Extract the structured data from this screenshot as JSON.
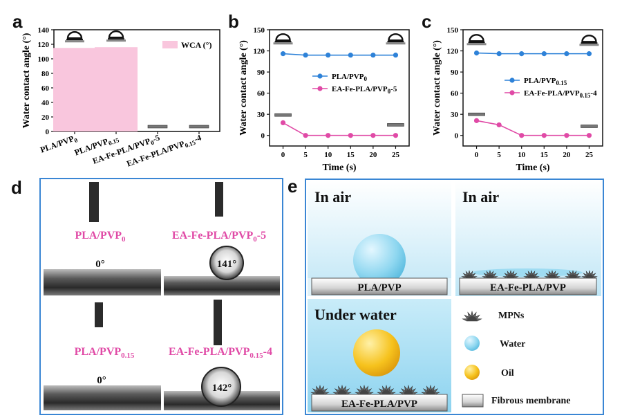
{
  "panel_labels": {
    "a": "a",
    "b": "b",
    "c": "c",
    "d": "d",
    "e": "e"
  },
  "colors": {
    "pink": "#e04aa6",
    "blue": "#2e82d8",
    "bar_fill": "#f9c6dd",
    "frame_blue": "#3a86d4",
    "water": "#8fd7f0",
    "oil": "#f4bc1c"
  },
  "chart_data": [
    {
      "id": "a",
      "type": "bar",
      "ylabel": "Water contact angle (°)",
      "ylim": [
        0,
        140
      ],
      "yticks": [
        0,
        20,
        40,
        60,
        80,
        100,
        120,
        140
      ],
      "categories": [
        "PLA/PVP",
        "PLA/PVP",
        "EA-Fe-PLA/PVP",
        "EA-Fe-PLA/PVP"
      ],
      "category_subscripts": [
        "0",
        "0.15",
        "0",
        "0.15"
      ],
      "category_suffixes": [
        "",
        "",
        "-5",
        "-4"
      ],
      "values": [
        115,
        116,
        0,
        0
      ],
      "legend": "WCA (°)",
      "legend_position": "top-right"
    },
    {
      "id": "b",
      "type": "line",
      "xlabel": "Time (s)",
      "ylabel": "Water contact angle (°)",
      "xlim": [
        -3,
        28
      ],
      "ylim": [
        -15,
        150
      ],
      "xticks": [
        0,
        5,
        10,
        15,
        20,
        25
      ],
      "yticks": [
        0,
        30,
        60,
        90,
        120,
        150
      ],
      "x": [
        0,
        5,
        10,
        15,
        20,
        25
      ],
      "series": [
        {
          "name": "PLA/PVP",
          "name_sub": "0",
          "name_suffix": "",
          "color": "#2e82d8",
          "values": [
            116,
            114,
            114,
            114,
            114,
            114
          ]
        },
        {
          "name": "EA-Fe-PLA/PVP",
          "name_sub": "0",
          "name_suffix": "-5",
          "color": "#e04aa6",
          "values": [
            18,
            0,
            0,
            0,
            0,
            0
          ]
        }
      ],
      "legend_position": "center"
    },
    {
      "id": "c",
      "type": "line",
      "xlabel": "Time (s)",
      "ylabel": "Water contact angle (°)",
      "xlim": [
        -3,
        28
      ],
      "ylim": [
        -15,
        150
      ],
      "xticks": [
        0,
        5,
        10,
        15,
        20,
        25
      ],
      "yticks": [
        0,
        30,
        60,
        90,
        120,
        150
      ],
      "x": [
        0,
        5,
        10,
        15,
        20,
        25
      ],
      "series": [
        {
          "name": "PLA/PVP",
          "name_sub": "0.15",
          "name_suffix": "",
          "color": "#2e82d8",
          "values": [
            117,
            116,
            116,
            116,
            116,
            116
          ]
        },
        {
          "name": "EA-Fe-PLA/PVP",
          "name_sub": "0.15",
          "name_suffix": "-4",
          "color": "#e04aa6",
          "values": [
            21,
            15,
            0,
            0,
            0,
            0
          ]
        }
      ],
      "legend_position": "center"
    }
  ],
  "panel_d": {
    "cells": [
      {
        "label": "PLA/PVP",
        "sub": "0",
        "suffix": "",
        "angle": "0°"
      },
      {
        "label": "EA-Fe-PLA/PVP",
        "sub": "0",
        "suffix": "-5",
        "angle": "141°"
      },
      {
        "label": "PLA/PVP",
        "sub": "0.15",
        "suffix": "",
        "angle": "0°"
      },
      {
        "label": "EA-Fe-PLA/PVP",
        "sub": "0.15",
        "suffix": "-4",
        "angle": "142°"
      }
    ]
  },
  "panel_e": {
    "cell1_title": "In air",
    "cell1_substrate": "PLA/PVP",
    "cell2_title": "In air",
    "cell2_substrate": "EA-Fe-PLA/PVP",
    "cell3_title": "Under water",
    "cell3_substrate": "EA-Fe-PLA/PVP",
    "legend": [
      "MPNs",
      "Water",
      "Oil",
      "Fibrous membrane"
    ]
  }
}
